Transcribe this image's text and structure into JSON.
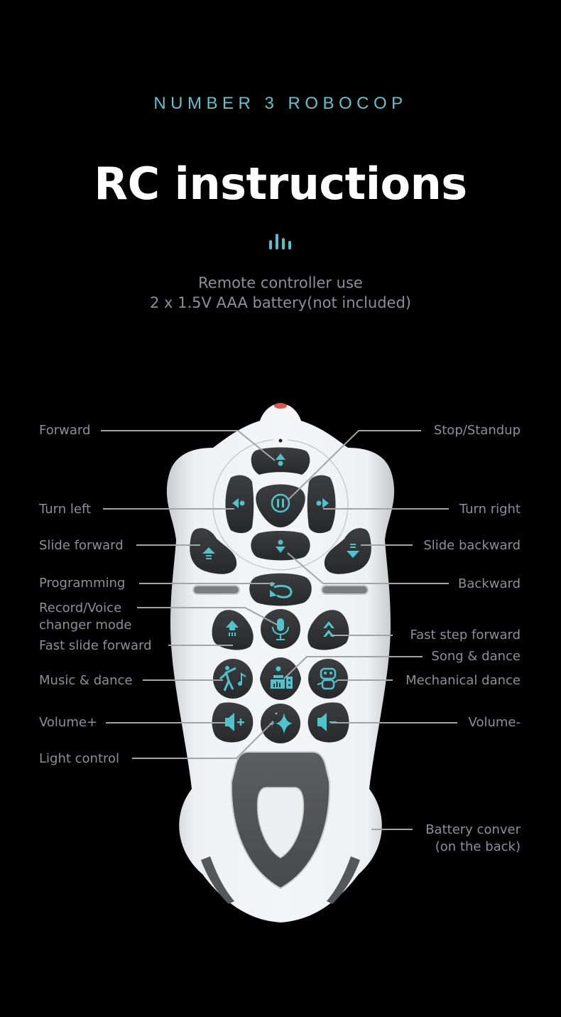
{
  "header": {
    "subtitle": "NUMBER 3 ROBOCOP",
    "title": "RC instructions",
    "icon": "equalizer-bars-icon",
    "description_line1": "Remote controller use",
    "description_line2": "2 x 1.5V AAA battery(not included)"
  },
  "colors": {
    "background": "#000000",
    "accent": "#4fc3cc",
    "label_text": "#8e8f96",
    "remote_body": "#eceef0",
    "button": "#2f3132"
  },
  "labels_left": {
    "forward": "Forward",
    "turn_left": "Turn left",
    "slide_forward": "Slide forward",
    "programming": "Programming",
    "record_voice_1": "Record/Voice",
    "record_voice_2": "changer mode",
    "fast_slide_forward": "Fast slide forward",
    "music_dance": "Music & dance",
    "volume_up": "Volume+",
    "light_control": "Light control"
  },
  "labels_right": {
    "stop_standup": "Stop/Standup",
    "turn_right": "Turn right",
    "slide_backward": "Slide backward",
    "backward": "Backward",
    "fast_step_forward": "Fast step forward",
    "song_dance": "Song & dance",
    "mechanical_dance": "Mechanical dance",
    "volume_down": "Volume-",
    "battery_cover_1": "Battery conver",
    "battery_cover_2": "(on the back)"
  }
}
